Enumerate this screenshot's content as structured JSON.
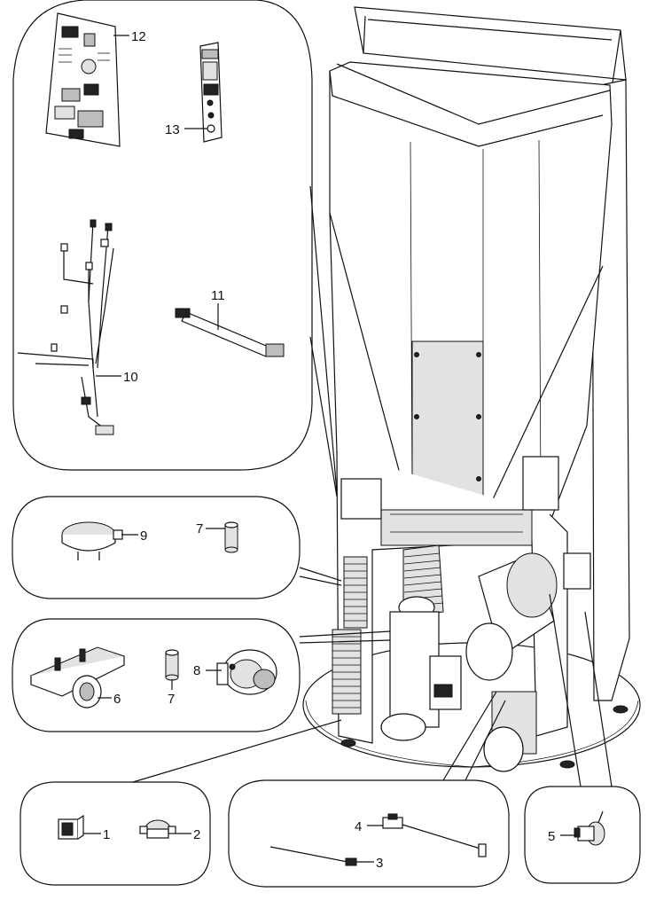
{
  "labels": {
    "p1": "1",
    "p2": "2",
    "p3": "3",
    "p4": "4",
    "p5": "5",
    "p6": "6",
    "p7a": "7",
    "p7b": "7",
    "p8": "8",
    "p9": "9",
    "p10": "10",
    "p11": "11",
    "p12": "12",
    "p13": "13"
  }
}
